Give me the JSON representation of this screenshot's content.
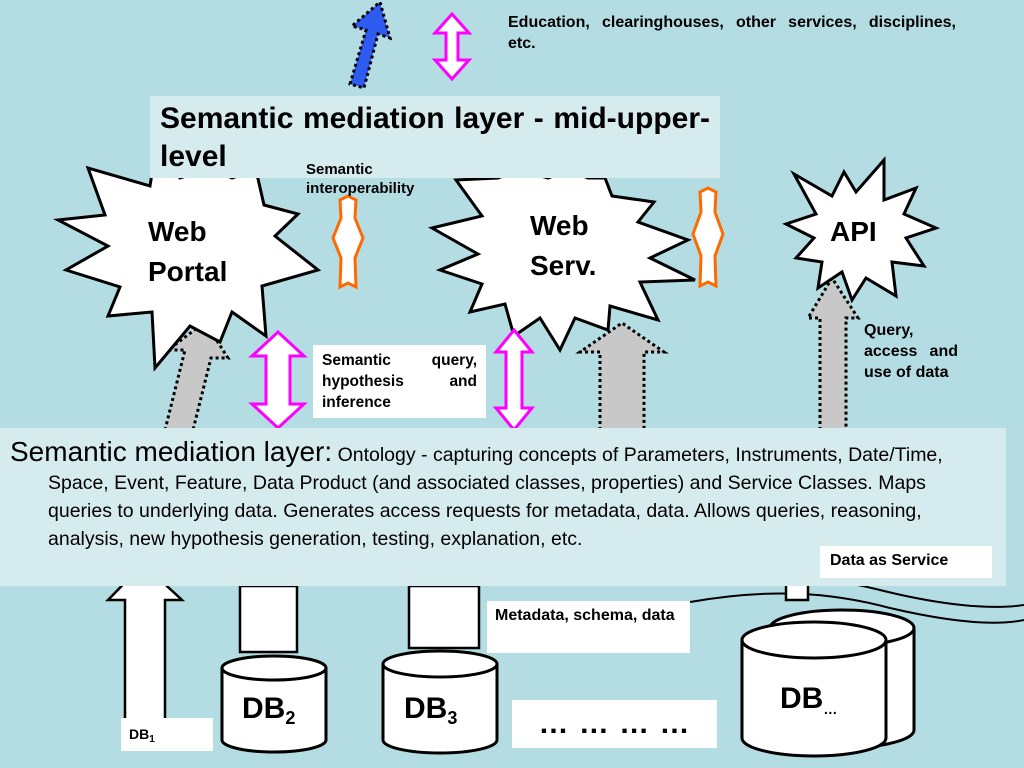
{
  "top_note": "Education, clearinghouses, other services, disciplines, etc.",
  "mid_upper_layer": "Semantic mediation layer - mid-upper-level",
  "semantic_interoperability": "Semantic interoperability",
  "nodes": {
    "web_portal": [
      "Web",
      "Portal"
    ],
    "web_serv": [
      "Web",
      "Serv."
    ],
    "api": "API"
  },
  "semantic_query_note": "Semantic query, hypothesis and inference",
  "query_access_note": "Query, access and use of data",
  "main_layer": {
    "lead": "Semantic mediation layer:",
    "body": "Ontology - capturing concepts of Parameters, Instruments, Date/Time, Space, Event, Feature, Data Product (and associated classes, properties) and Service Classes. Maps queries to underlying data. Generates access requests for metadata, data. Allows queries, reasoning, analysis, new hypothesis generation, testing, explanation, etc."
  },
  "data_as_service": "Data as Service",
  "metadata_note": "Metadata, schema, data",
  "ellipsis": "… … … …",
  "databases": {
    "db1": {
      "base": "DB",
      "sub": "1"
    },
    "db2": {
      "base": "DB",
      "sub": "2"
    },
    "db3": {
      "base": "DB",
      "sub": "3"
    },
    "dbn": {
      "base": "DB",
      "sub": "…"
    }
  },
  "colors": {
    "background": "#b4dde3",
    "layer_fill": "#d6ebee",
    "blue_arrow": "#2f5cf0",
    "magenta_arrow": "#ff00ff",
    "orange_arrow": "#ff6a00",
    "gray_arrow": "#c8c8c8"
  }
}
